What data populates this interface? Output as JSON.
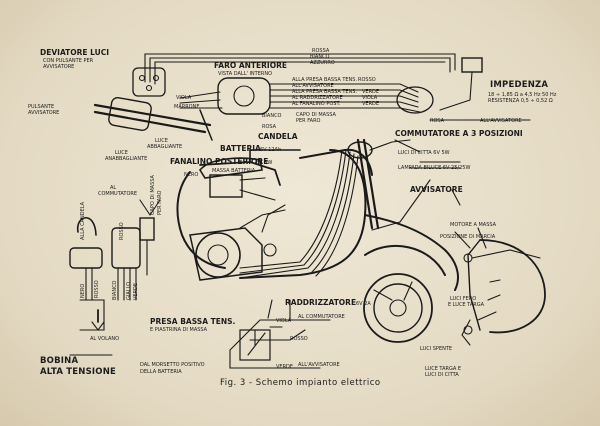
{
  "caption": "Fig. 3 - Schemo impianto elettrico",
  "labels": {
    "deviatore_luci": "DEVIATORE LUCI",
    "deviatore_luci_sub1": "CON PULSANTE PER",
    "deviatore_luci_sub2": "AVVISATORE",
    "faro_anteriore": "FARO ANTERIORE",
    "faro_anteriore_sub": "VISTA DALL' INTERNO",
    "impedenza": "IMPEDENZA",
    "impedenza_sub1": "18 ÷ 1,85 Ω a 4,5 Hz 50 Hz",
    "impedenza_sub2": "RESISTENZA 0,5 ÷ 0,52 Ω",
    "pulsante_avvisatore": "PULSANTE",
    "pulsante_avvisatore_2": "AVVISATORE",
    "luce_abbagliante": "LUCE",
    "luce_abbagliante_2": "ABBAGLIANTE",
    "luce_anabbagliante": "LUCE",
    "luce_anabbagliante_2": "ANABBAGLIANTE",
    "rossa": "ROSSA",
    "bianco": "BIANCO",
    "azzurro": "AZZURRO",
    "viola": "VIOLA",
    "marrone": "MARRONE",
    "rosso": "ROSSO",
    "verde": "VERDE",
    "alla_presa": "ALLA PRESA BASSA TENS.",
    "all_avvisatore": "ALL'AVVISATORE",
    "alla_presa_2": "ALLA PRESA BASSA TENS.",
    "al_raddrizzatore": "AL RADDRIZZATORE",
    "al_fanalino": "AL FANALINO POST.",
    "capo_massa": "CAPO DI MASSA",
    "per_faro": "PER FARO",
    "rosa": "ROSA",
    "all_avvisatore_right": "ALL'AVVISATORE",
    "commutatore": "COMMUTATORE A 3 POSIZIONI",
    "luci_citta": "LUCI DI CITTA  6V  5W",
    "lampada_biluce": "LAMPADA BILUCE  6V 25/25W",
    "candela": "CANDELA",
    "batteria": "BATTERIA",
    "batteria_spec": "6V 12Ah",
    "fanalino": "FANALINO POSTERIORE",
    "fanalino_spec": "6V 5W",
    "nero": "NERO",
    "massa_batteria": "MASSA BATTERIA",
    "alla_candela": "ALLA CANDELA",
    "al_commutatore": "AL",
    "al_commutatore_2": "COMMUTATORE",
    "capo_massa_vert": "CAPO DI MASSA",
    "per_faro_vert": "PER FARO",
    "nero_vert": "NERO",
    "rosso_vert": "ROSSO",
    "bianco_vert": "BIANCO",
    "rosso_vert_2": "ROSSO",
    "giallo_vert": "GIALLO",
    "verde_vert": "VERDE",
    "al_volano": "AL VOLANO",
    "presa_bassa": "PRESA BASSA TENS.",
    "presa_bassa_sub": "E PIASTRINA DI MASSA",
    "bobina": "BOBINA",
    "alta_tensione": "ALTA TENSIONE",
    "dal_morsetto": "DAL MORSETTO POSITIVO",
    "della_batteria": "DELLA BATTERIA",
    "raddrizzatore": "RADDRIZZATORE",
    "raddrizzatore_spec": "6V 2A",
    "viola_al_commutatore": "VIOLA",
    "al_commutatore_rad": "AL COMMUTATORE",
    "rosso_rad": "ROSSO",
    "verde_rad": "VERDE",
    "all_avvisatore_rad": "ALL'AVVISATORE",
    "avvisatore": "AVVISATORE",
    "motore_massa": "MOTORE A MASSA",
    "posizione_marcia": "POSIZIONE DI MARCIA",
    "luci_fero": "LUCI FERO",
    "e_luce_targa": "E LUCE TARGA",
    "luci_spente": "LUCI SPENTE",
    "luce_targa": "LUCE TARGA E",
    "luci_citta_2": "LUCI DI CITTA"
  },
  "colors": {
    "ink": "#1a1a1a",
    "paper": "#e9e1cc"
  }
}
